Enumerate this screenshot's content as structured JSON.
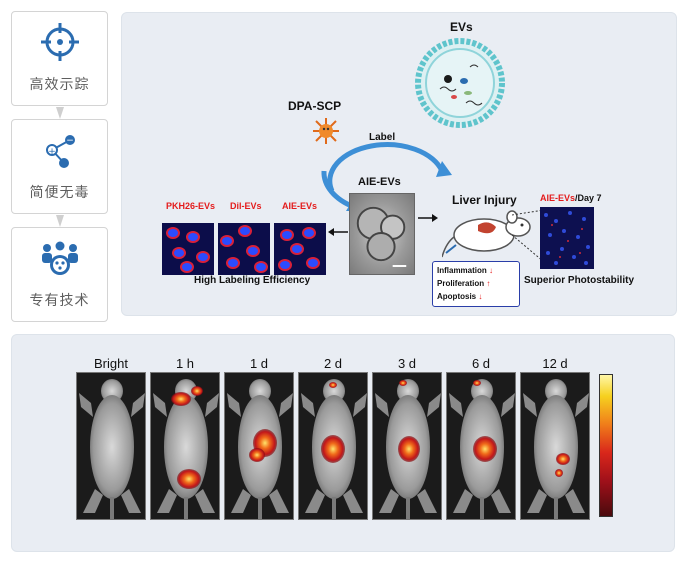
{
  "features": [
    {
      "label": "高效示踪",
      "icon": "target-icon"
    },
    {
      "label": "简便无毒",
      "icon": "molecule-icon"
    },
    {
      "label": "专有技术",
      "icon": "people-icon"
    }
  ],
  "top_panel": {
    "evs_label": "EVs",
    "dpa_label": "DPA-SCP",
    "label_arrow": "Label",
    "aie_evs_label": "AIE-EVs",
    "thumbs": [
      "PKH26-EVs",
      "Dil-EVs",
      "AIE-EVs"
    ],
    "high_labeling": "High Labeling Efficiency",
    "liver_injury": "Liver Injury",
    "effects": [
      {
        "text": "Inflammation",
        "arrow": "↓"
      },
      {
        "text": "Proliferation",
        "arrow": "↑"
      },
      {
        "text": "Apoptosis",
        "arrow": "↓"
      }
    ],
    "day7_red": "AIE-EVs",
    "day7_black": "/Day 7",
    "photostability": "Superior Photostability"
  },
  "imaging": {
    "timepoints": [
      "Bright",
      "1 h",
      "1 d",
      "2 d",
      "3 d",
      "6 d",
      "12 d"
    ]
  },
  "colors": {
    "panel_bg": "#e9edf3",
    "accent_blue": "#2b6cb0",
    "label_red": "#e41c1c"
  }
}
